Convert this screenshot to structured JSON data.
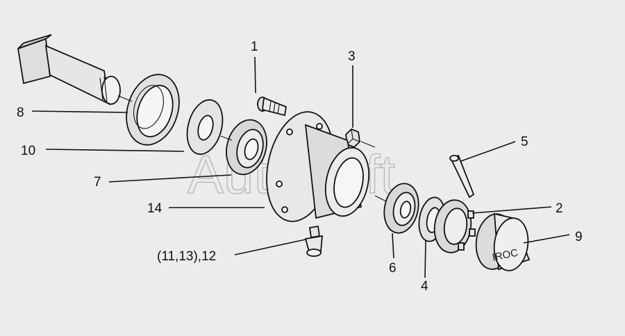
{
  "watermark": "AutoSoft",
  "cap_brand": "IROC",
  "labels": {
    "l1": "1",
    "l2": "2",
    "l3": "3",
    "l4": "4",
    "l5": "5",
    "l6": "6",
    "l7": "7",
    "l8": "8",
    "l9": "9",
    "l10": "10",
    "l14": "14",
    "l12": "(11,13),12"
  },
  "colors": {
    "ink": "#111111",
    "paper": "#ececec",
    "watermark": "#bdbdbd"
  }
}
